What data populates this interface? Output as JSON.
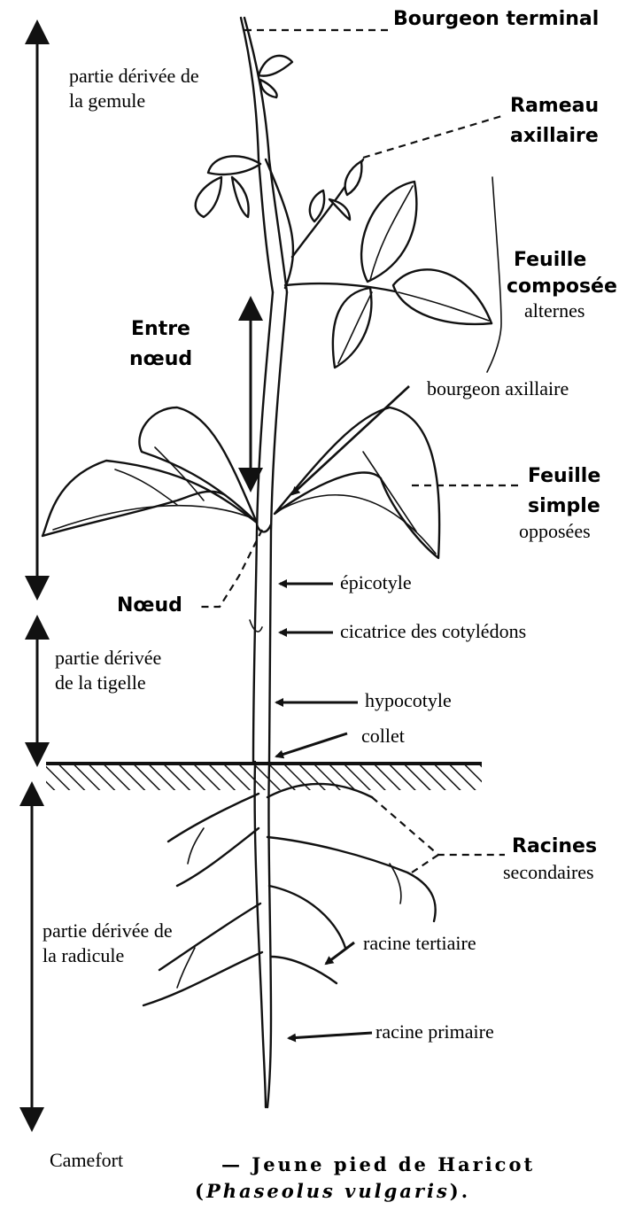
{
  "labels": {
    "bourgeon_terminal": "Bourgeon terminal",
    "partie_gemule_1": "partie dérivée de",
    "partie_gemule_2": "la gemule",
    "rameau_1": "Rameau",
    "rameau_2": "axillaire",
    "feuille_composee_1": "Feuille",
    "feuille_composee_2": "composée",
    "alternes": "alternes",
    "entre_noeud_1": "Entre",
    "entre_noeud_2": "nœud",
    "bourgeon_axillaire": "bourgeon axillaire",
    "feuille_simple_1": "Feuille",
    "feuille_simple_2": "simple",
    "opposees": "opposées",
    "noeud": "Nœud",
    "epicotyle": "épicotyle",
    "cicatrice": "cicatrice des cotylédons",
    "partie_tigelle_1": "partie dérivée",
    "partie_tigelle_2": "de la tigelle",
    "hypocotyle": "hypocotyle",
    "collet": "collet",
    "racines_1": "Racines",
    "racines_2": "secondaires",
    "partie_radicule_1": "partie dérivée de",
    "partie_radicule_2": "la radicule",
    "racine_tertiaire": "racine tertiaire",
    "racine_primaire": "racine primaire"
  },
  "credit": "Camefort",
  "caption": {
    "line1": "— Jeune pied de Haricot",
    "line2_open": "(",
    "line2_italic": "Phaseolus vulgaris",
    "line2_close": ")."
  }
}
